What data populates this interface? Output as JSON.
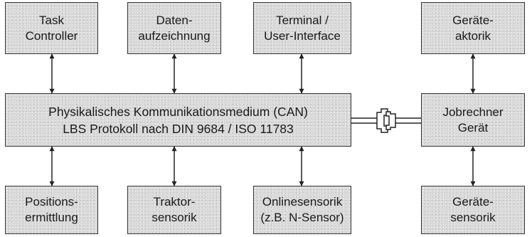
{
  "blocks": {
    "task_controller": "Task\nController",
    "datenaufzeichnung": "Daten-\naufzeichnung",
    "terminal": "Terminal /\nUser-Interface",
    "geraeteaktorik": "Geräte-\naktorik",
    "bus": "Physikalisches Kommunikationsmedium (CAN)\nLBS Protokoll nach DIN 9684 / ISO 11783",
    "jobrechner": "Jobrechner\nGerät",
    "positionsermittlung": "Positions-\nermittlung",
    "traktorsensorik": "Traktor-\nsensorik",
    "onlinesensorik": "Onlinesensorik\n(z.B. N-Sensor)",
    "geraetesensorik": "Geräte-\nsensorik"
  }
}
